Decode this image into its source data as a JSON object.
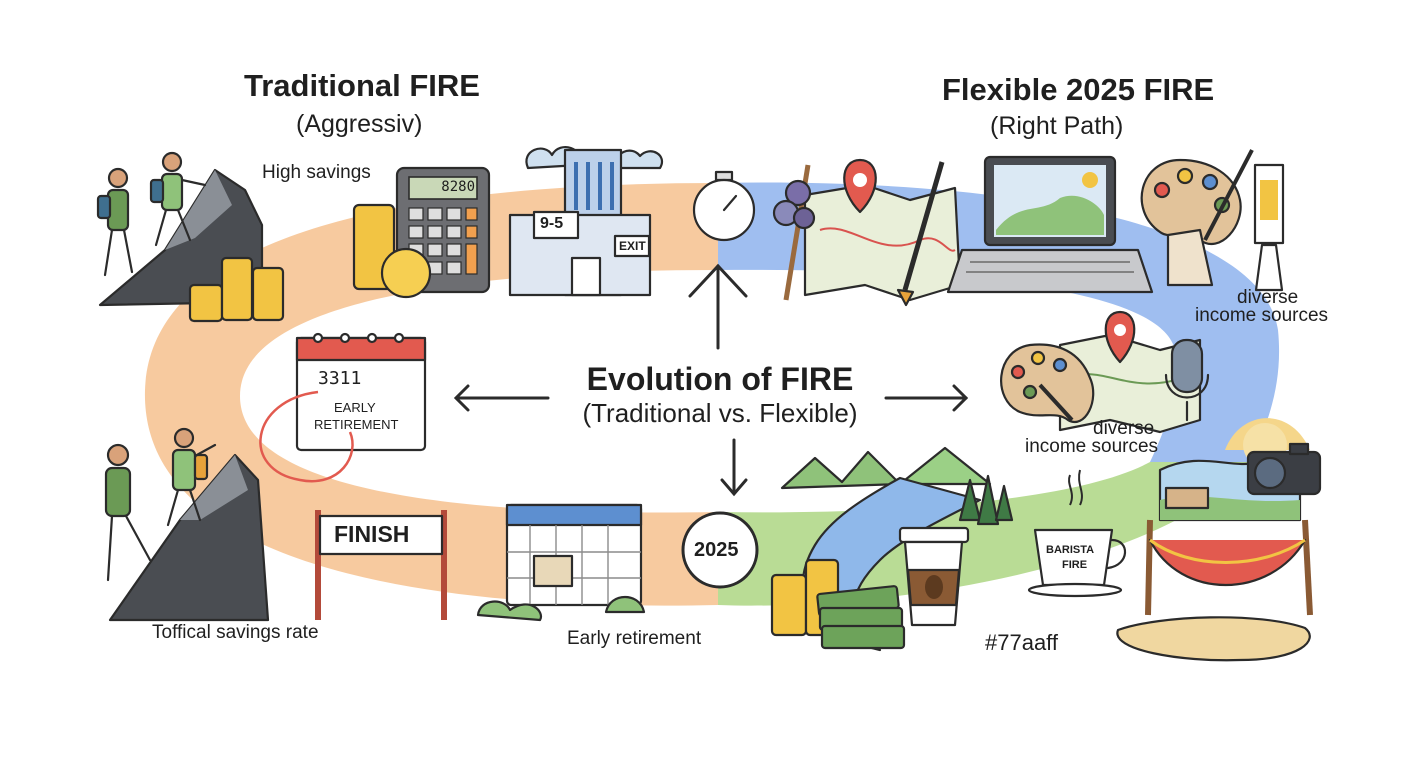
{
  "left_title": "Traditional FIRE",
  "left_subtitle": "(Aggressiv)",
  "right_title": "Flexible 2025 FIRE",
  "right_subtitle": "(Right Path)",
  "center_title": "Evolution of FIRE",
  "center_subtitle": "(Traditional vs. Flexible)",
  "labels": {
    "high_savings": "High savings",
    "toffical_savings_rate": "Toffical savings rate",
    "early_retirement": "Early retirement",
    "diverse_top_1": "diverse",
    "diverse_top_2": "income sources",
    "diverse_mid_1": "diverse",
    "diverse_mid_2": "income sources",
    "color_code": "#77aaff"
  },
  "signs": {
    "calculator_display": "8280",
    "office_hours": "9-5",
    "exit": "EXIT",
    "calendar_digits": "3311",
    "calendar_text_1": "EARLY",
    "calendar_text_2": "RETIREMENT",
    "finish": "FINISH",
    "year_badge": "2025",
    "barista_1": "BARISTA",
    "barista_2": "FIRE"
  },
  "colors": {
    "traditional_path": "#f7c79a",
    "flexible_path_top": "#9fbef0",
    "flexible_path_bottom": "#b9dc95",
    "ink": "#2b2b2b"
  }
}
